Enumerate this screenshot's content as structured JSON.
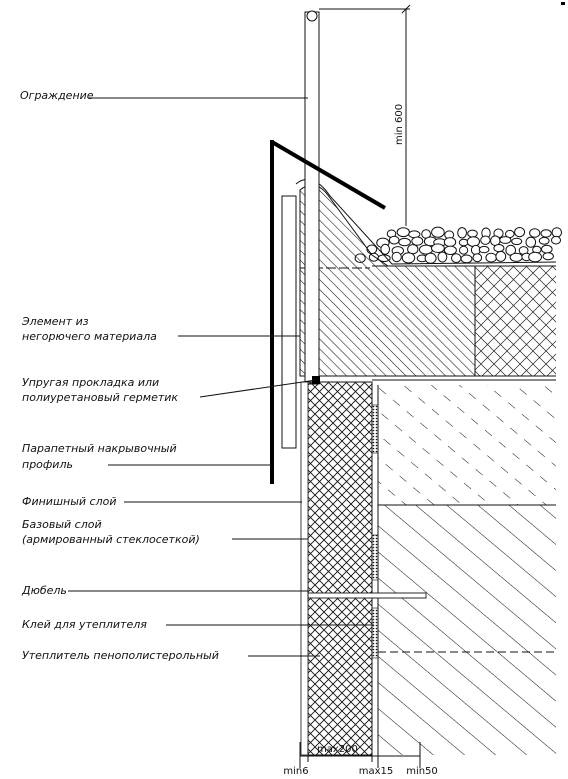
{
  "labels": {
    "railing": "Ограждение",
    "noncombustible_1": "Элемент из",
    "noncombustible_2": "негорючего материала",
    "gasket_1": "Упругая прокладка или",
    "gasket_2": "полиуретановый герметик",
    "parapet_1": "Парапетный накрывочный",
    "parapet_2": "профиль",
    "finish": "Финишный слой",
    "base_1": "Базовый слой",
    "base_2": "(армированный стеклосеткой)",
    "dowel": "Дюбель",
    "adhesive": "Клей для утеплителя",
    "insulation": "Утеплитель пенополистерольный"
  },
  "dimensions": {
    "height": "min 600",
    "insulation_width": "max200",
    "finish_min": "min6",
    "gap_max": "max15",
    "wall_min": "min50"
  }
}
